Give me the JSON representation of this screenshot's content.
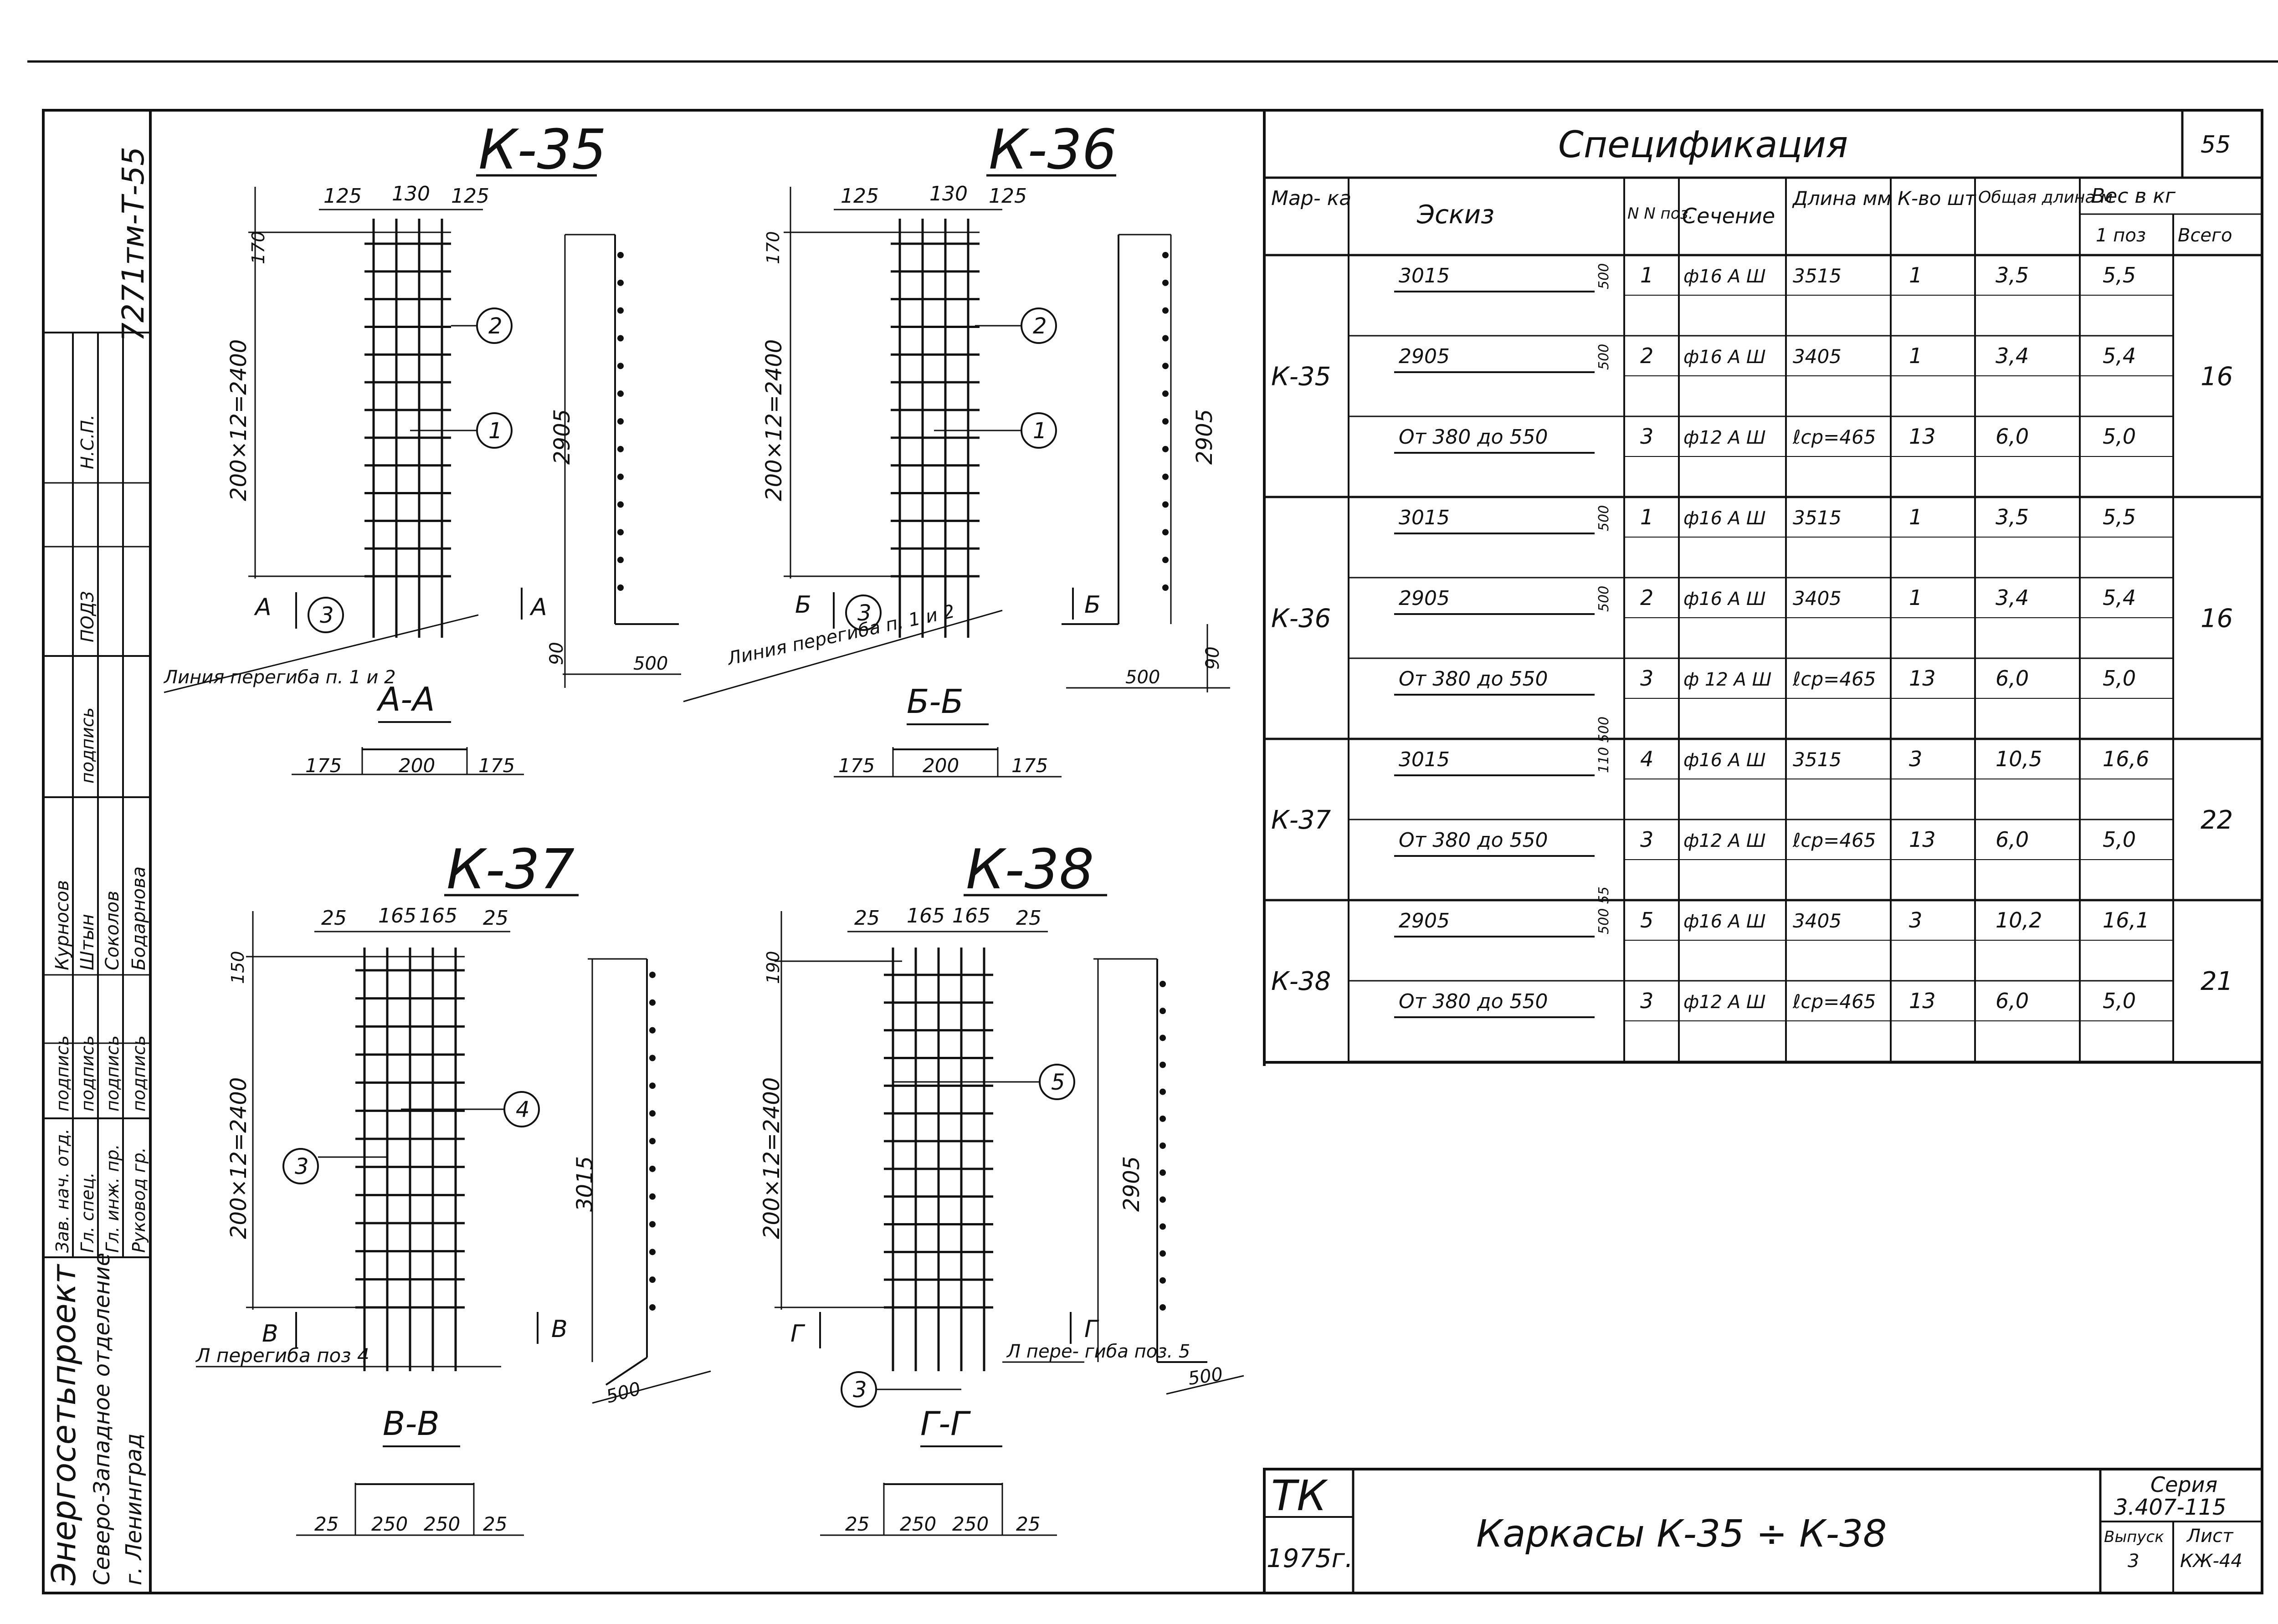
{
  "sheet_code": "7271тм-Т-55",
  "sidebar": {
    "organization": "Энергосетьпроект",
    "department": "Северо-Западное отделение",
    "city": "г. Ленинград",
    "roles": [
      "Зав. нач. отд.",
      "Гл. спец.",
      "Гл. инж. пр.",
      "Руковод гр."
    ],
    "names": [
      "Курносов",
      "Штын",
      "Соколов",
      "Бодарнова"
    ],
    "signatures": [
      "подпись",
      "подпись",
      "подпись",
      "подпись"
    ],
    "extra_cells": [
      "Н.С.П.",
      "ПОДЗ",
      "подпись"
    ]
  },
  "drawings": {
    "k35": {
      "title": "К-35",
      "dims_top": [
        "125",
        "130",
        "125"
      ],
      "dim_top_height": "170",
      "dim_vertical": "200×12=2400",
      "dim_side_height": "2905",
      "dim_bottom_small": "90",
      "dim_base": "500",
      "section_mark": "А",
      "callouts": [
        "2",
        "1",
        "3"
      ],
      "bend_note": "Линия перегиба п. 1 и 2",
      "section_title": "А-А",
      "section_dims": [
        "175",
        "200",
        "175"
      ]
    },
    "k36": {
      "title": "К-36",
      "dims_top": [
        "125",
        "130",
        "125"
      ],
      "dim_top_height": "170",
      "dim_vertical": "200×12=2400",
      "dim_side_height": "2905",
      "dim_bottom_small": "90",
      "dim_base": "500",
      "section_mark": "Б",
      "callouts": [
        "2",
        "1",
        "3"
      ],
      "bend_note": "Линия перегиба п. 1 и 2",
      "section_title": "Б-Б",
      "section_dims": [
        "175",
        "200",
        "175"
      ]
    },
    "k37": {
      "title": "К-37",
      "dims_top": [
        "25",
        "165",
        "165",
        "25"
      ],
      "dim_top_height": "150",
      "dim_vertical": "200×12=2400",
      "dim_side_height": "3015",
      "dim_base": "500",
      "section_mark": "В",
      "callouts": [
        "4",
        "3"
      ],
      "bend_note": "Л перегиба поз 4",
      "section_title": "В-В",
      "section_dims": [
        "25",
        "250",
        "250",
        "25"
      ]
    },
    "k38": {
      "title": "К-38",
      "dims_top": [
        "25",
        "165",
        "165",
        "25"
      ],
      "dim_top_height": "190",
      "dim_vertical": "200×12=2400",
      "dim_side_height": "2905",
      "dim_base": "500",
      "section_mark": "Г",
      "callouts": [
        "5",
        "3"
      ],
      "bend_note": "Л пере- гиба поз. 5",
      "section_title": "Г-Г",
      "section_dims": [
        "25",
        "250",
        "250",
        "25"
      ]
    }
  },
  "spec": {
    "title": "Спецификация",
    "page_no": "55",
    "headers": {
      "mark": "Мар- ка",
      "sketch": "Эскиз",
      "pos": "N N поз.",
      "section": "Сечение",
      "length": "Длина мм",
      "qty": "К-во шт",
      "total_len": "Общая длина м",
      "weight": "Вес в кг",
      "w1": "1 поз",
      "wall": "Всего"
    },
    "groups": [
      {
        "mark": "К-35",
        "total": "16",
        "rows": [
          {
            "sketch": "3015",
            "sketch_side": "500",
            "pos": "1",
            "section": "ф16 А Ш",
            "length": "3515",
            "qty": "1",
            "total_len": "3,5",
            "w1": "5,5"
          },
          {
            "sketch": "2905",
            "sketch_side": "500",
            "pos": "2",
            "section": "ф16 А Ш",
            "length": "3405",
            "qty": "1",
            "total_len": "3,4",
            "w1": "5,4"
          },
          {
            "sketch": "От 380 до 550",
            "sketch_side": "",
            "pos": "3",
            "section": "ф12 А Ш",
            "length": "ℓср=465",
            "qty": "13",
            "total_len": "6,0",
            "w1": "5,0"
          }
        ]
      },
      {
        "mark": "К-36",
        "total": "16",
        "rows": [
          {
            "sketch": "3015",
            "sketch_side": "500",
            "pos": "1",
            "section": "ф16 А Ш",
            "length": "3515",
            "qty": "1",
            "total_len": "3,5",
            "w1": "5,5"
          },
          {
            "sketch": "2905",
            "sketch_side": "500",
            "pos": "2",
            "section": "ф16 А Ш",
            "length": "3405",
            "qty": "1",
            "total_len": "3,4",
            "w1": "5,4"
          },
          {
            "sketch": "От 380 до 550",
            "sketch_side": "",
            "pos": "3",
            "section": "ф 12 А Ш",
            "length": "ℓср=465",
            "qty": "13",
            "total_len": "6,0",
            "w1": "5,0"
          }
        ]
      },
      {
        "mark": "К-37",
        "total": "22",
        "rows": [
          {
            "sketch": "3015",
            "sketch_side": "110 500",
            "pos": "4",
            "section": "ф16 А Ш",
            "length": "3515",
            "qty": "3",
            "total_len": "10,5",
            "w1": "16,6"
          },
          {
            "sketch": "От 380 до 550",
            "sketch_side": "",
            "pos": "3",
            "section": "ф12 А Ш",
            "length": "ℓср=465",
            "qty": "13",
            "total_len": "6,0",
            "w1": "5,0"
          }
        ]
      },
      {
        "mark": "К-38",
        "total": "21",
        "rows": [
          {
            "sketch": "2905",
            "sketch_side": "500 55",
            "pos": "5",
            "section": "ф16 А Ш",
            "length": "3405",
            "qty": "3",
            "total_len": "10,2",
            "w1": "16,1"
          },
          {
            "sketch": "От 380 до 550",
            "sketch_side": "",
            "pos": "3",
            "section": "ф12 А Ш",
            "length": "ℓср=465",
            "qty": "13",
            "total_len": "6,0",
            "w1": "5,0"
          }
        ]
      }
    ]
  },
  "title_block": {
    "code": "ТК",
    "year": "1975г.",
    "title": "Каркасы К-35 ÷ К-38",
    "series_label": "Серия",
    "series": "3.407-115",
    "issue_label": "Выпуск",
    "issue": "3",
    "sheet_label": "Лист",
    "sheet": "КЖ-44"
  }
}
